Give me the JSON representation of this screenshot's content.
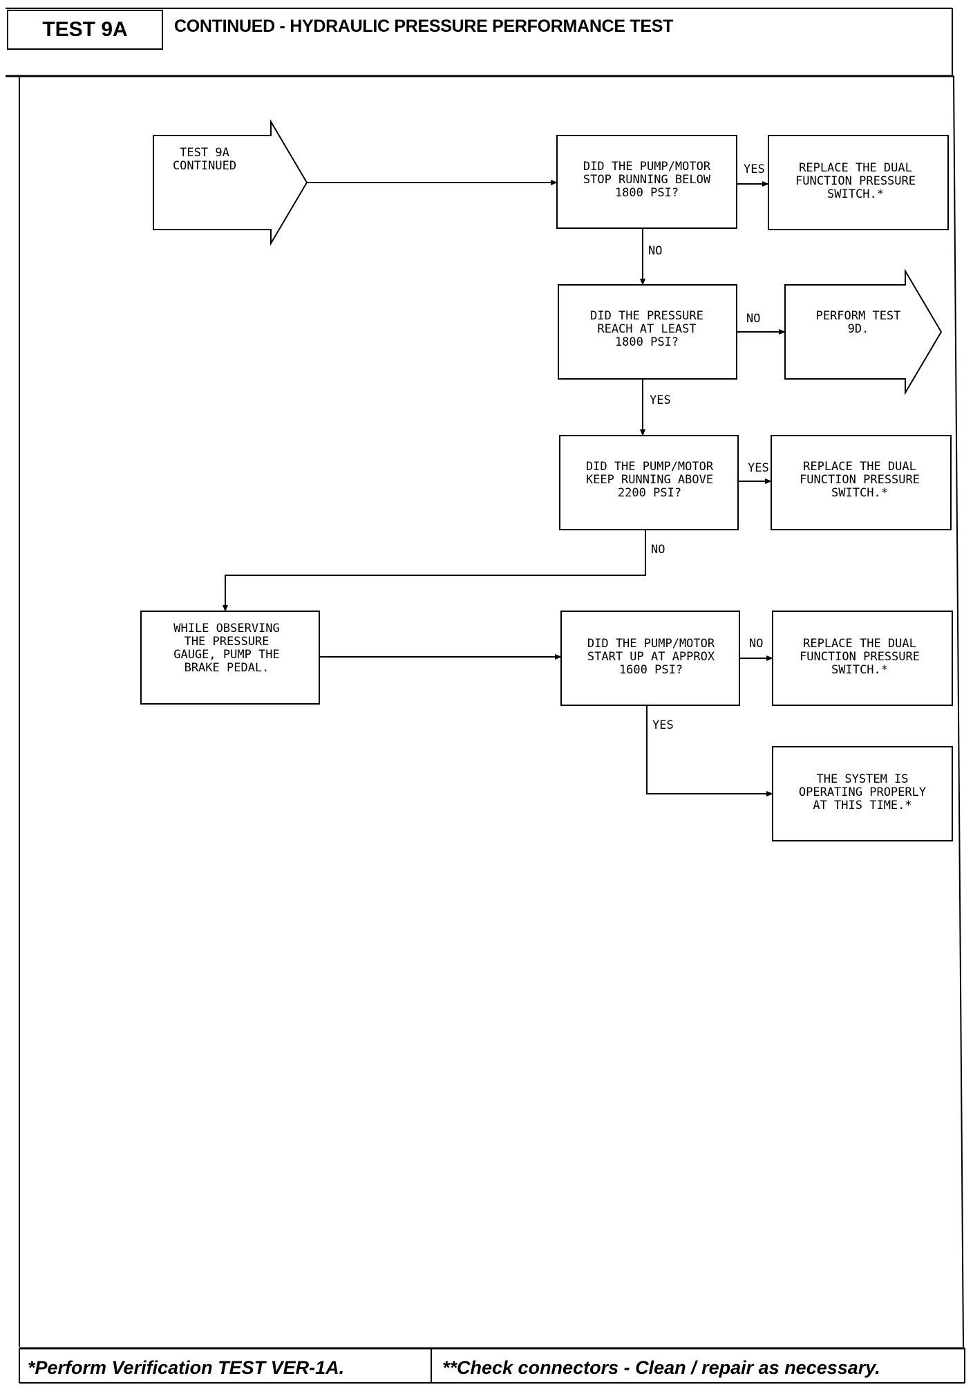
{
  "header": {
    "test_id": "TEST 9A",
    "title": "CONTINUED - HYDRAULIC PRESSURE PERFORMANCE TEST"
  },
  "flowchart": {
    "start": {
      "lines": [
        "TEST 9A",
        "CONTINUED"
      ]
    },
    "q1": {
      "lines": [
        "DID THE PUMP/MOTOR",
        "STOP RUNNING BELOW",
        "1800 PSI?"
      ]
    },
    "a1": {
      "lines": [
        "REPLACE THE DUAL",
        "FUNCTION PRESSURE",
        "SWITCH.*"
      ]
    },
    "q2": {
      "lines": [
        "DID THE PRESSURE",
        "REACH AT LEAST",
        "1800 PSI?"
      ]
    },
    "a2": {
      "lines": [
        "PERFORM TEST",
        "9D."
      ]
    },
    "q3": {
      "lines": [
        "DID THE PUMP/MOTOR",
        "KEEP RUNNING ABOVE",
        "2200 PSI?"
      ]
    },
    "a3": {
      "lines": [
        "REPLACE THE DUAL",
        "FUNCTION PRESSURE",
        "SWITCH.*"
      ]
    },
    "step": {
      "lines": [
        "WHILE OBSERVING",
        "THE PRESSURE",
        "GAUGE, PUMP THE",
        "BRAKE PEDAL."
      ]
    },
    "q4": {
      "lines": [
        "DID THE PUMP/MOTOR",
        "START UP AT APPROX",
        "1600 PSI?"
      ]
    },
    "a4": {
      "lines": [
        "REPLACE THE DUAL",
        "FUNCTION PRESSURE",
        "SWITCH.*"
      ]
    },
    "a5": {
      "lines": [
        "THE SYSTEM IS",
        "OPERATING PROPERLY",
        "AT THIS TIME.*"
      ]
    },
    "labels": {
      "q1_yes": "YES",
      "q1_no": "NO",
      "q2_no": "NO",
      "q2_yes": "YES",
      "q3_yes": "YES",
      "q3_no": "NO",
      "q4_no": "NO",
      "q4_yes": "YES"
    }
  },
  "footer": {
    "left": "*Perform Verification TEST VER-1A.",
    "right": "**Check connectors - Clean / repair as necessary."
  }
}
